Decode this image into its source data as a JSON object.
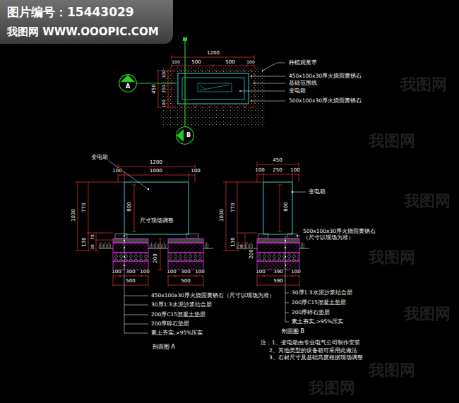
{
  "diagram": {
    "nodes": [
      {
        "text": [
          "图片编号：15443029",
          "我图网 WWW.OOOPIC.COM"
        ]
      },
      {
        "text": [
          "A"
        ]
      },
      {
        "text": [
          "B"
        ]
      }
    ],
    "labels": [
      "1200",
      "100",
      "500",
      "500",
      "100",
      "450",
      "100",
      "250",
      "100",
      "种植观赏草",
      "450x100x30厚火烧面黄锈石",
      "基础范围线",
      "变电箱",
      "500x100x30厚火烧面黄锈石",
      "变电箱",
      "1200",
      "100",
      "1000",
      "100",
      "1030",
      "770",
      "130",
      "70",
      "30",
      "800",
      "尺寸现场调整",
      "200",
      "100",
      "300",
      "100",
      "100",
      "300",
      "100",
      "500",
      "500",
      "450x100x30厚火烧面黄锈石（尺寸以现场为准）",
      "30厚1:3水泥沙浆结合层",
      "200厚C15混凝土垫层",
      "200厚碎石垫层",
      "素土夯实,>95%压实",
      "剖面图 A",
      "450",
      "100",
      "250",
      "100",
      "1030",
      "770",
      "130",
      "30",
      "800",
      "变电箱",
      "500x100x30厚火烧面黄锈石 （尺寸以现场为准）",
      "200",
      "100",
      "390",
      "100",
      "590",
      "30厚1:3水泥沙浆结合层",
      "200厚C15混凝土垫层",
      "200厚碎石垫层",
      "素土夯实,>95%压实",
      "剖面图 B",
      "注：1、变电箱由专业电气公司制作安装",
      "2、其他类型的设备箱可采用此做法",
      "3、石材尺寸及基础高度根据现场调整",
      "我图网",
      "我图网",
      "我图网",
      "我图网",
      "我图网",
      "我图网",
      "我图网"
    ]
  }
}
